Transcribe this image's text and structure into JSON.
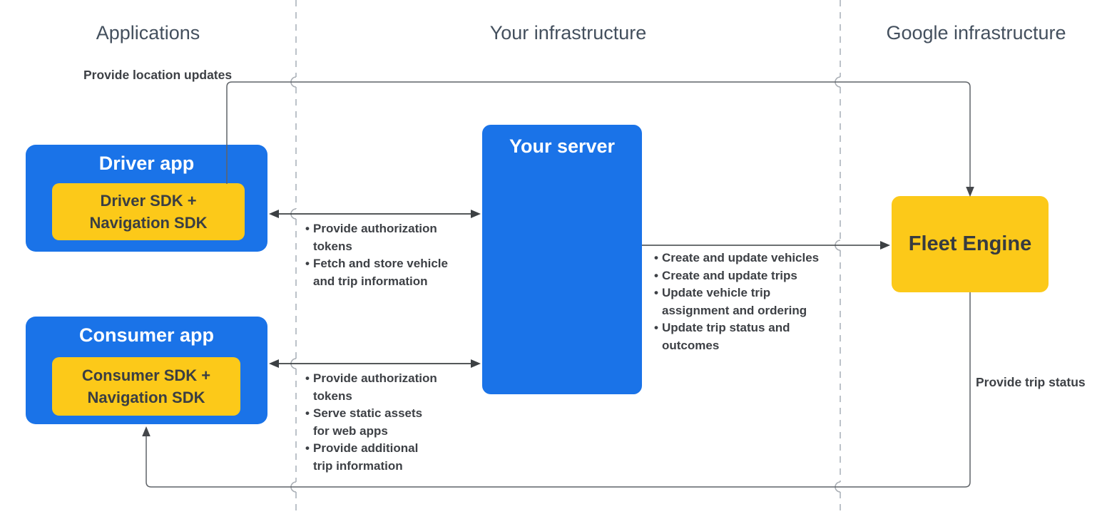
{
  "columns": {
    "applications": {
      "label": "Applications"
    },
    "your_infrastructure": {
      "label": "Your infrastructure"
    },
    "google_infrastructure": {
      "label": "Google infrastructure"
    }
  },
  "nodes": {
    "driver_app": {
      "title": "Driver app",
      "sdk_line1": "Driver SDK +",
      "sdk_line2": "Navigation SDK"
    },
    "consumer_app": {
      "title": "Consumer app",
      "sdk_line1": "Consumer SDK +",
      "sdk_line2": "Navigation SDK"
    },
    "your_server": {
      "title": "Your server"
    },
    "fleet_engine": {
      "title": "Fleet Engine"
    }
  },
  "edges": {
    "location_updates": {
      "label": "Provide location updates"
    },
    "trip_status": {
      "label": "Provide trip status"
    },
    "driver_server": {
      "bullets": [
        [
          "Provide authorization",
          "tokens"
        ],
        [
          "Fetch and store vehicle",
          "and trip information"
        ]
      ]
    },
    "server_fleet": {
      "bullets": [
        [
          "Create and update vehicles"
        ],
        [
          "Create and update trips"
        ],
        [
          "Update vehicle trip",
          "assignment and ordering"
        ],
        [
          "Update trip status and",
          "outcomes"
        ]
      ]
    },
    "consumer_server": {
      "bullets": [
        [
          "Provide authorization",
          "tokens"
        ],
        [
          "Serve static assets",
          "for web apps"
        ],
        [
          "Provide additional",
          "trip information"
        ]
      ]
    }
  },
  "colors": {
    "node_blue": "#1a73e8",
    "node_yellow": "#fcc919",
    "ink": "#3d4045",
    "wire": "#5f6368",
    "dashed_divider": "#bcc2c9",
    "header_text": "#44505e"
  }
}
